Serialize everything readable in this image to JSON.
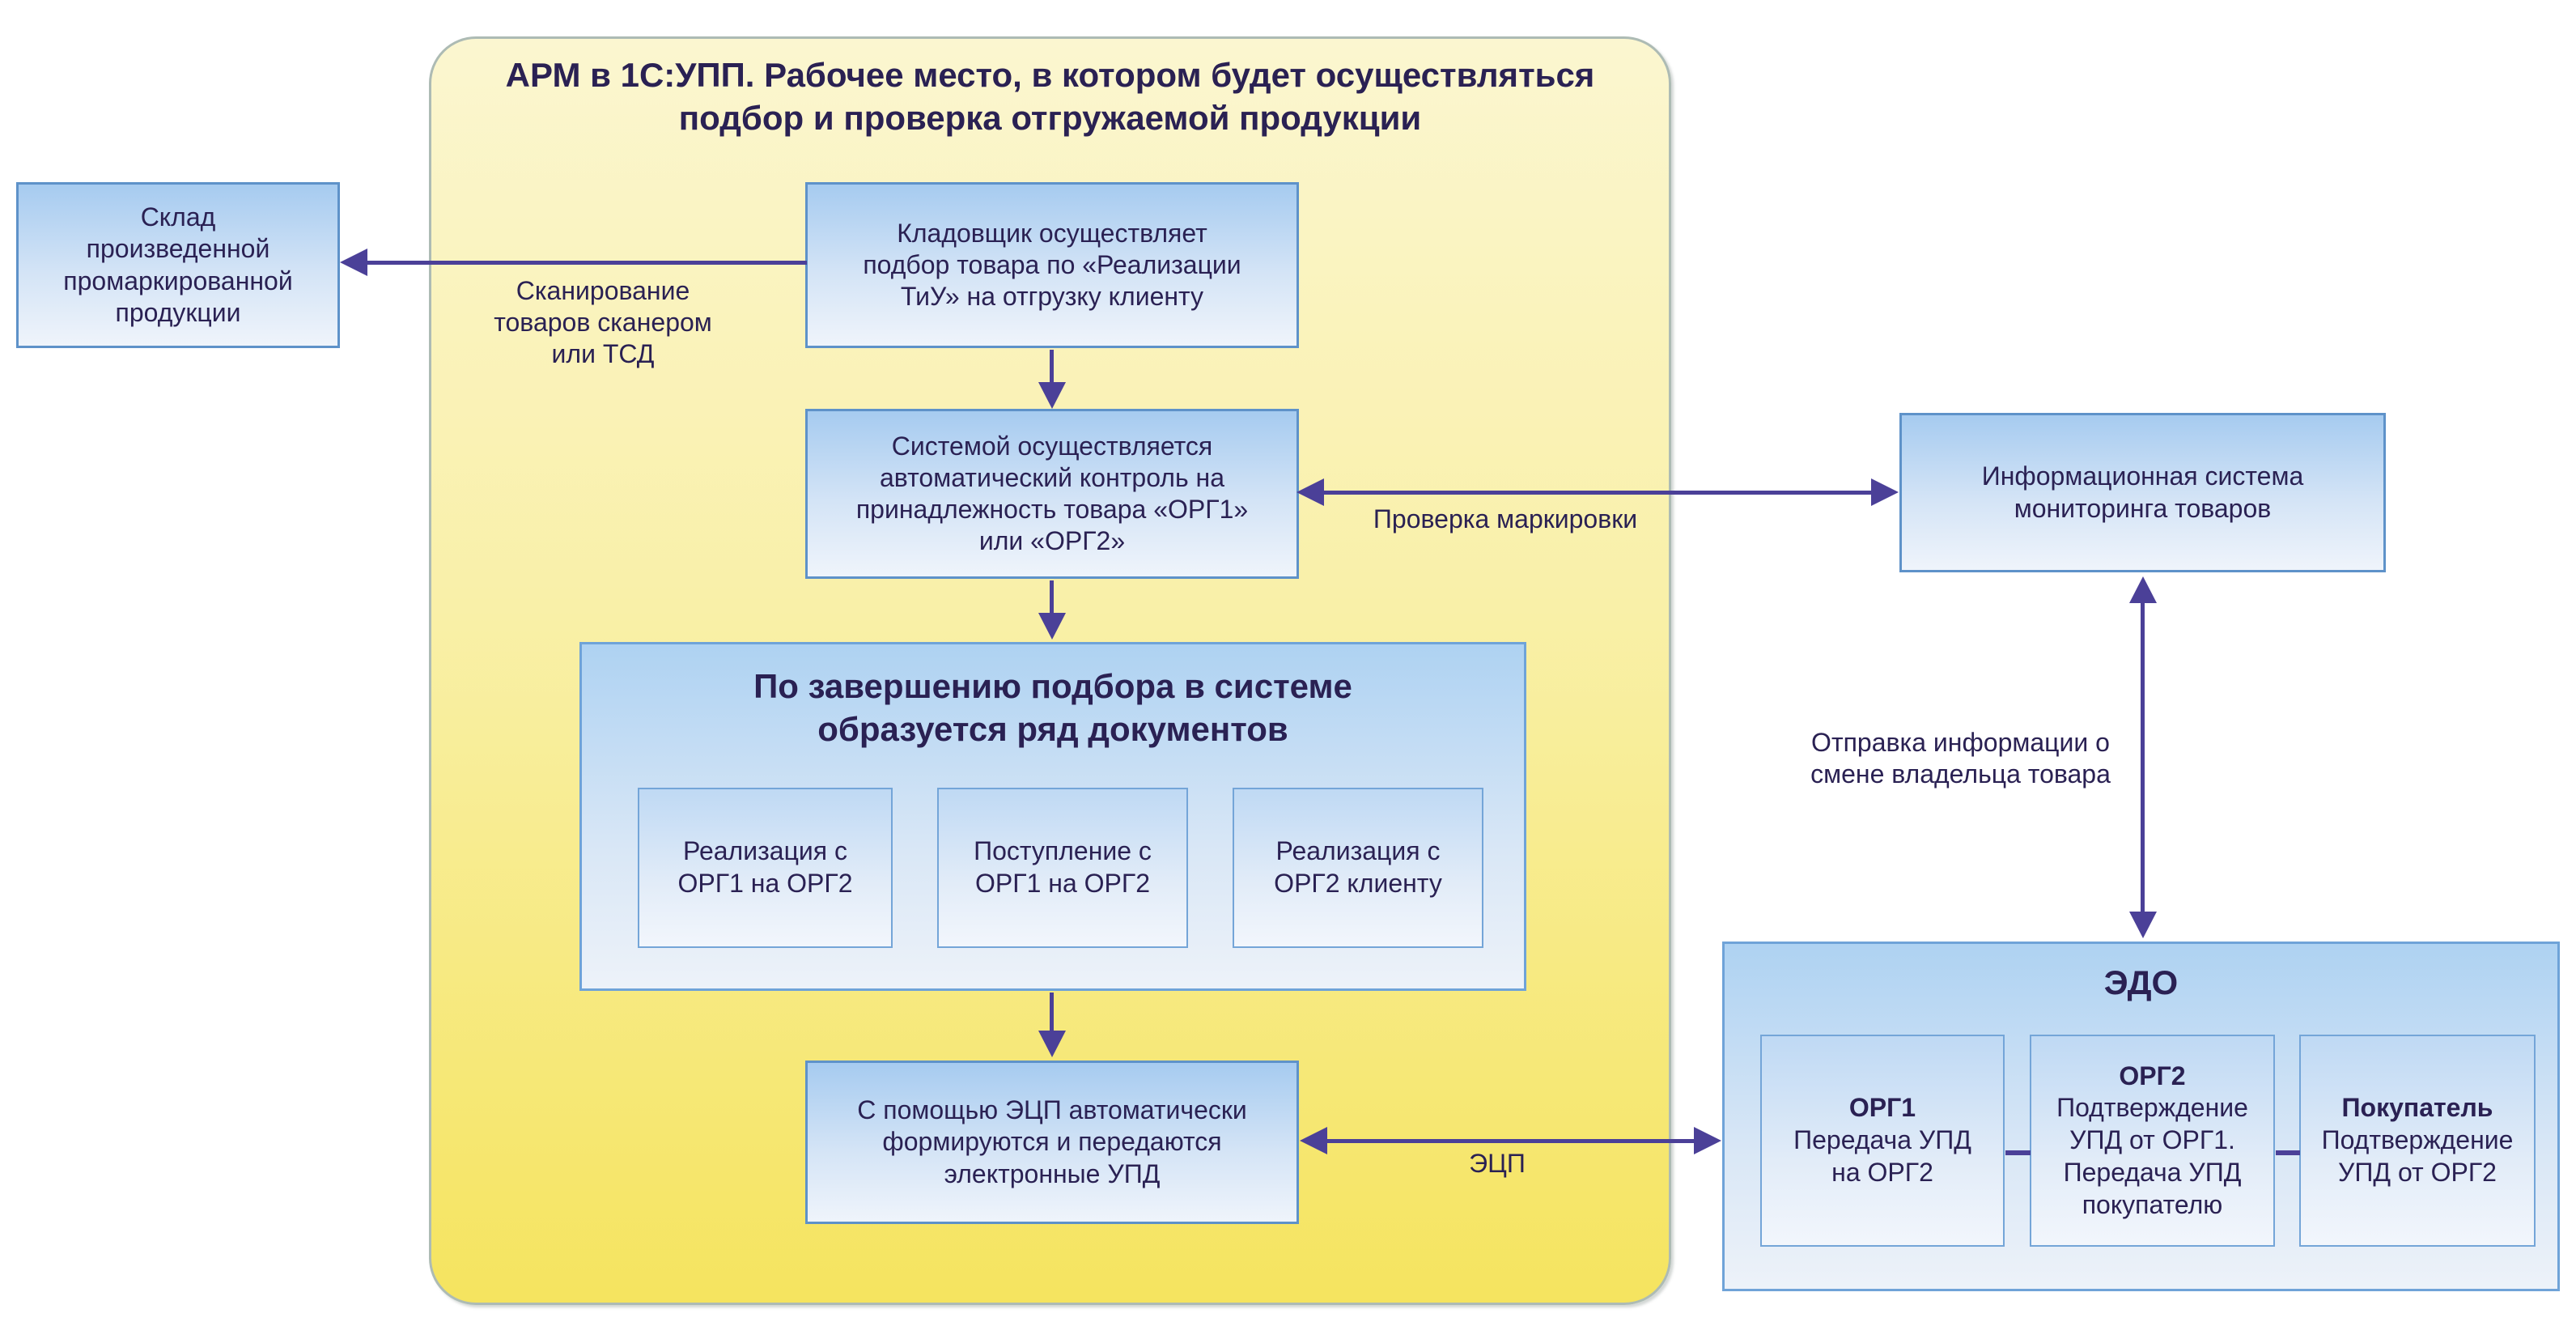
{
  "arm_panel": {
    "title": "АРМ в 1С:УПП. Рабочее место, в котором будет осуществляться\nподбор и проверка отгружаемой продукции"
  },
  "boxes": {
    "warehouse": "Склад\nпроизведенной\nпромаркированной\nпродукции",
    "storekeeper": "Кладовщик осуществляет\nподбор товара по «Реализации\nТиУ» на отгрузку клиенту",
    "system_control": "Системой осуществляется\nавтоматический контроль на\nпринадлежность товара «ОРГ1»\nили «ОРГ2»",
    "monitoring": "Информационная система\nмониторинга товаров",
    "documents": {
      "title": "По завершению подбора в системе\nобразуется ряд документов",
      "items": [
        "Реализация с\nОРГ1 на ОРГ2",
        "Поступление с\nОРГ1 на ОРГ2",
        "Реализация с\nОРГ2 клиенту"
      ]
    },
    "ecp_box": "С помощью ЭЦП автоматически\nформируются и передаются\nэлектронные УПД",
    "edo": {
      "title": "ЭДО",
      "items": [
        {
          "name": "ОРГ1",
          "desc": "Передача УПД\nна ОРГ2"
        },
        {
          "name": "ОРГ2",
          "desc": "Подтверждение\nУПД от ОРГ1.\nПередача УПД\nпокупателю"
        },
        {
          "name": "Покупатель",
          "desc": "Подтверждение\nУПД от ОРГ2"
        }
      ]
    }
  },
  "labels": {
    "scanning": "Сканирование\nтоваров сканером\nили ТСД",
    "marking_check": "Проверка маркировки",
    "ownership": "Отправка информации о\nсмене владельца товара",
    "ecp": "ЭЦП"
  },
  "colors": {
    "text": "#2A2153",
    "arrow": "#4B4098",
    "box_border": "#5E92C9",
    "box_fill_top": "#A6CBF0",
    "box_fill_bottom": "#EFF4FB",
    "panel_yellow_top": "#FBF6D0",
    "panel_yellow_bottom": "#F5E45F"
  }
}
